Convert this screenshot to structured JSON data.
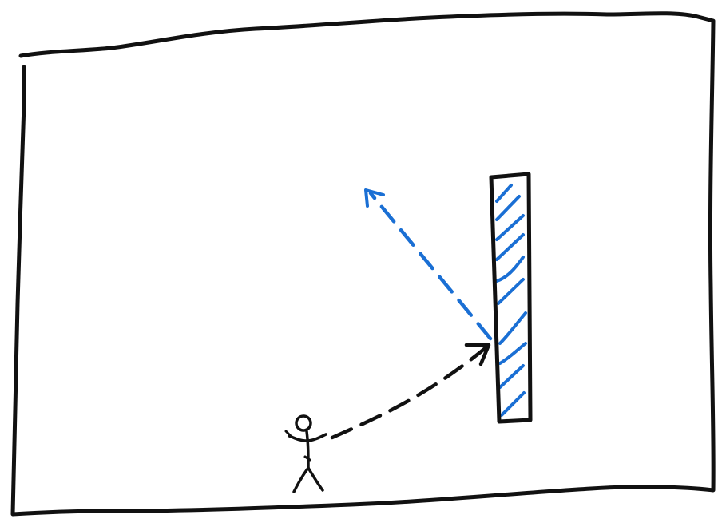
{
  "figure": {
    "kind": "hand-drawn sketch",
    "elements": [
      "room-outline",
      "stick-figure",
      "incident-path",
      "mirror-wall",
      "reflected-path"
    ]
  },
  "colors": {
    "background": "#ffffff",
    "ink": "#111111",
    "accent": "#1a6fd4"
  },
  "paths": {
    "incident": {
      "style": "dashed",
      "arrowhead": true,
      "color": "ink"
    },
    "reflected": {
      "style": "dashed",
      "arrowhead": true,
      "color": "accent"
    }
  },
  "mirror": {
    "fill": "hatched",
    "hatch_color": "accent"
  }
}
